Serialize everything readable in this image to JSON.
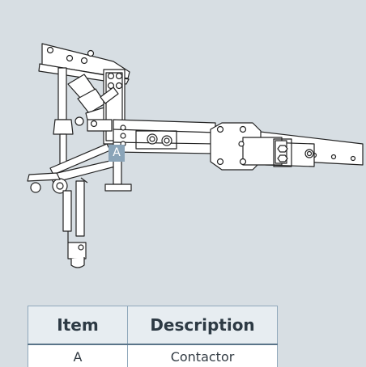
{
  "figure": {
    "callout_label": "A"
  },
  "legend": {
    "headers": [
      "Item",
      "Description"
    ],
    "rows": [
      [
        "A",
        "Contactor"
      ]
    ]
  },
  "colors": {
    "background": "#d7dee3",
    "callout": "#8aa4b8",
    "line": "#222222"
  }
}
